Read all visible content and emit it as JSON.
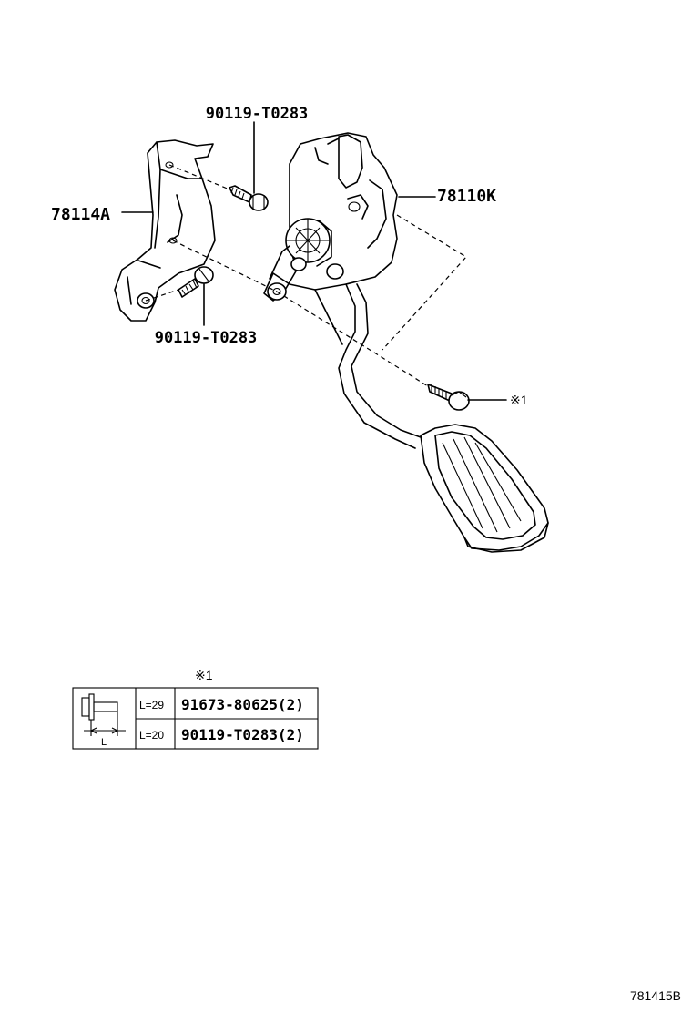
{
  "callouts": {
    "bolt_top": "90119-T0283",
    "bracket": "78114A",
    "pedal_assembly": "78110K",
    "bolt_lower": "90119-T0283",
    "note_ref": "※1"
  },
  "table": {
    "note_ref": "※1",
    "dimension_label": "L",
    "rows": [
      {
        "length": "L=29",
        "part": "91673-80625(2)"
      },
      {
        "length": "L=20",
        "part": "90119-T0283(2)"
      }
    ]
  },
  "figure_id": "781415B"
}
